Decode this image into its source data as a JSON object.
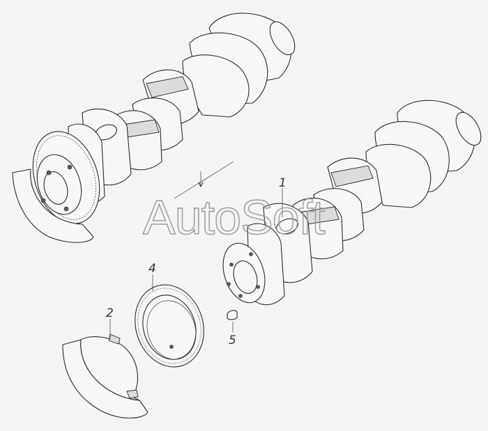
{
  "watermark": {
    "text": "AutoSoft"
  },
  "callouts": [
    {
      "number": "1"
    },
    {
      "number": "2"
    },
    {
      "number": "4"
    },
    {
      "number": "5"
    }
  ]
}
